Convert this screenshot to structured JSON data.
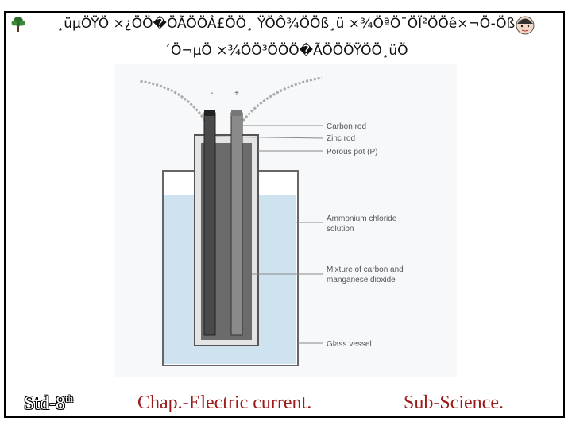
{
  "header": {
    "line1": "¸üµÖŸÖ ×¿ÖÖ�ÖÃÖÖÂ£ÖÖ¸ ŸÖÔ¾ÖÖß¸ü ×¾ÖªÖ¯ÖÏ²ÖÖê×¬Ö-Öß",
    "line2": "´Ö¬µÖ ×¾ÖÖ³ÖÖÖ�ÃÖÖÖŸÖÖ¸üÖ"
  },
  "diagram": {
    "battery_labels": [
      "Carbon rod",
      "Zinc rod",
      "Porous pot (P)",
      "Ammonium chloride",
      "solution",
      "Mixture of carbon and",
      "manganese dioxide",
      "Glass vessel"
    ],
    "terminal_plus": "+",
    "terminal_minus": "-"
  },
  "footer": {
    "std": "Std-8",
    "std_sup": "th",
    "chapter": "Chap.-Electric current.",
    "subject": "Sub-Science."
  },
  "colors": {
    "frame": "#000000",
    "footer_text": "#9b1b1b",
    "liquid": "#cfe2f0"
  }
}
